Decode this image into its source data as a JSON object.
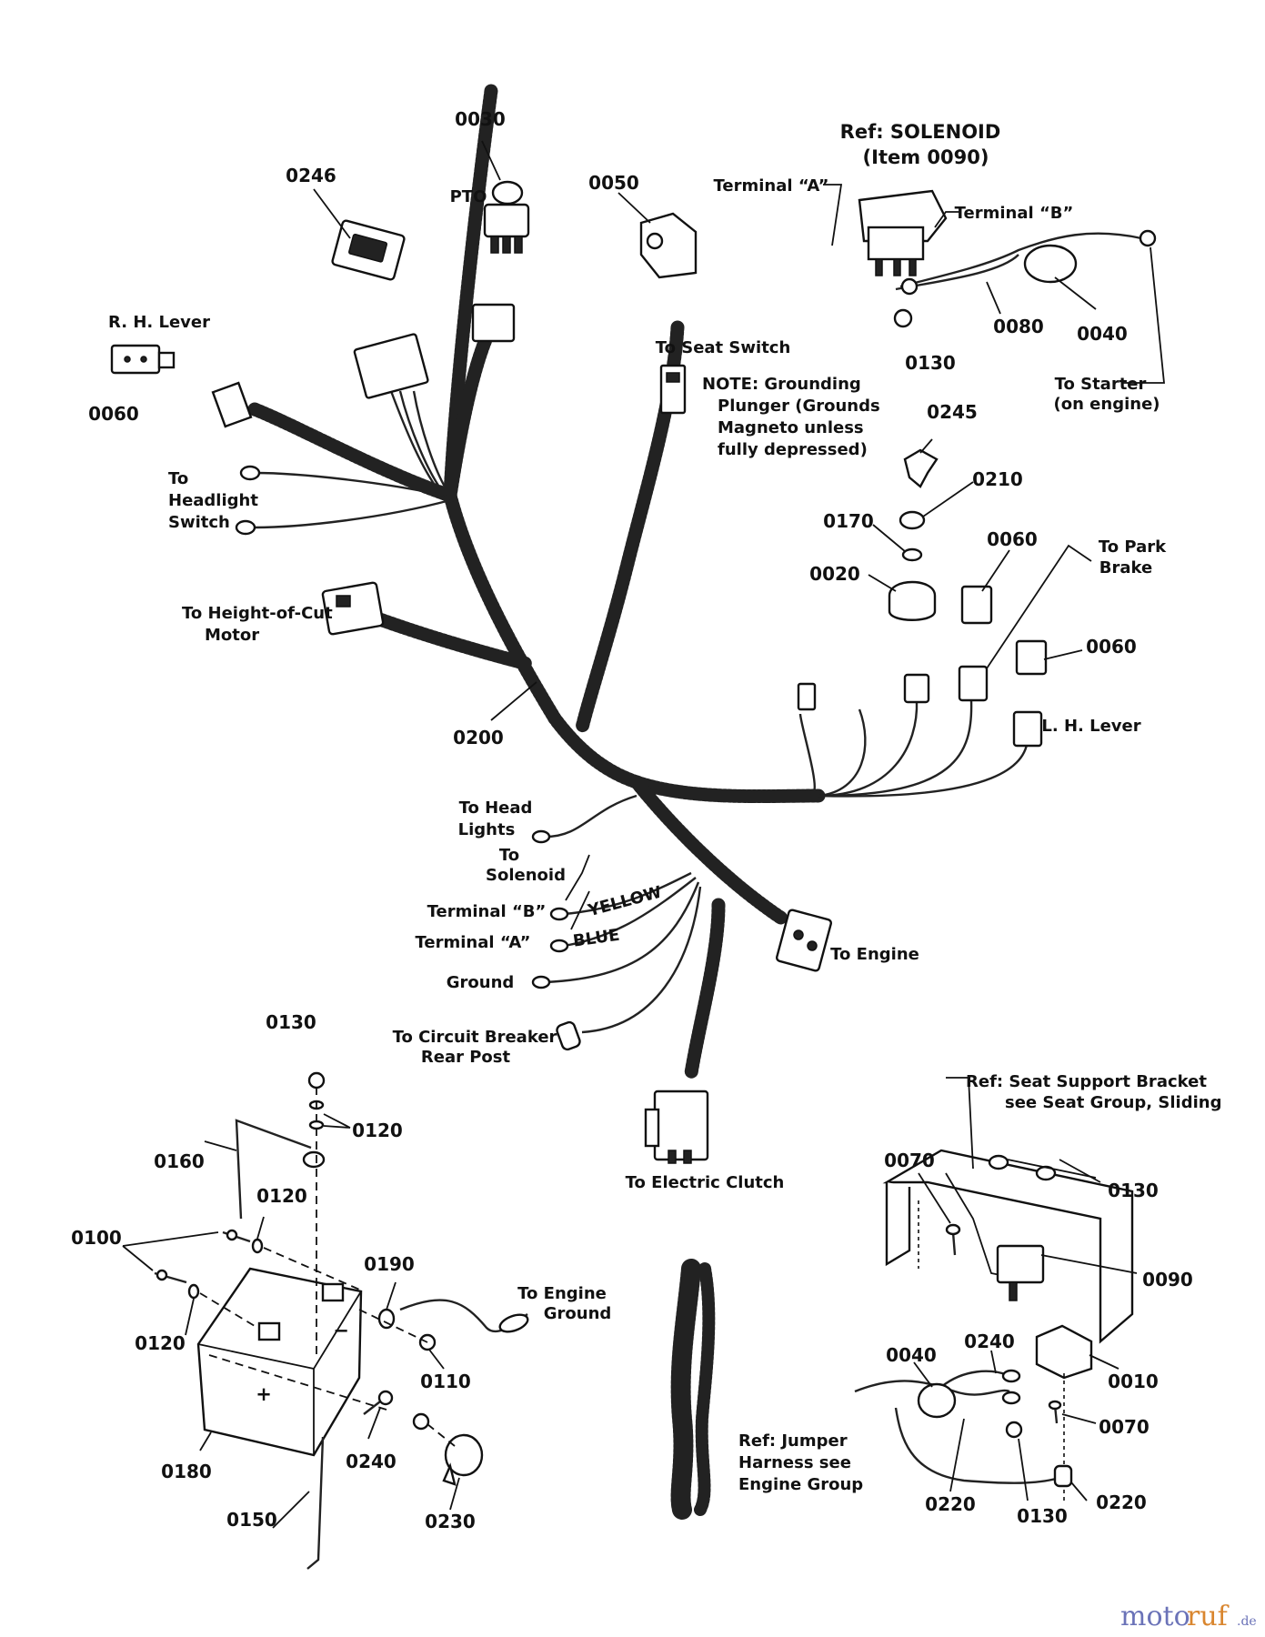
{
  "parts": {
    "p0030": "0030",
    "pto": "PTO",
    "p0246": "0246",
    "p0050": "0050",
    "rhlever": "R. H. Lever",
    "p0060a": "0060",
    "solenoid_ref": "Ref: SOLENOID",
    "solenoid_item": "(Item 0090)",
    "termA": "Terminal “A”",
    "termB": "Terminal “B”",
    "p0080": "0080",
    "p0040a": "0040",
    "p0130a": "0130",
    "to_starter": "To Starter",
    "on_engine": "(on engine)",
    "to_seat_switch": "To Seat Switch",
    "note1": "NOTE: Grounding",
    "note2": "Plunger (Grounds",
    "note3": "Magneto unless",
    "note4": "fully depressed)",
    "to": "To",
    "headlight": "Headlight",
    "switch": "Switch",
    "p0245": "0245",
    "p0210": "0210",
    "p0170": "0170",
    "p0020": "0020",
    "p0060b": "0060",
    "to_park": "To Park",
    "brake": "Brake",
    "hoc1": "To Height-of-Cut",
    "hoc2": "Motor",
    "p0060c": "0060",
    "lhlever": "L. H. Lever",
    "p0200": "0200",
    "to_head": "To Head",
    "lights": "Lights",
    "to2": "To",
    "solenoid": "Solenoid",
    "termB2": "Terminal “B”",
    "yellow": "YELLOW",
    "termA2": "Terminal “A”",
    "blue": "BLUE",
    "to_engine": "To Engine",
    "ground": "Ground",
    "cb1": "To Circuit Breaker",
    "cb2": "Rear Post",
    "to_clutch": "To  Electric Clutch",
    "p0130b": "0130",
    "p0120a": "0120",
    "p0160": "0160",
    "p0120b": "0120",
    "p0100": "0100",
    "p0190": "0190",
    "eng_ground1": "To Engine",
    "eng_ground2": "Ground",
    "p0120c": "0120",
    "p0110": "0110",
    "p0180": "0180",
    "p0240a": "0240",
    "p0150": "0150",
    "p0230": "0230",
    "jumper1": "Ref: Jumper",
    "jumper2": "Harness see",
    "jumper3": "Engine Group",
    "seat_ref1": "Ref: Seat Support Bracket",
    "seat_ref2": "see  Seat Group, Sliding",
    "p0070a": "0070",
    "p0130c": "0130",
    "p0090": "0090",
    "p0040b": "0040",
    "p0240b": "0240",
    "p0010": "0010",
    "p0070b": "0070",
    "p0220a": "0220",
    "p0130d": "0130",
    "p0220b": "0220",
    "wm_a": "moto",
    "wm_b": "ruf",
    "wm_c": ".de"
  }
}
